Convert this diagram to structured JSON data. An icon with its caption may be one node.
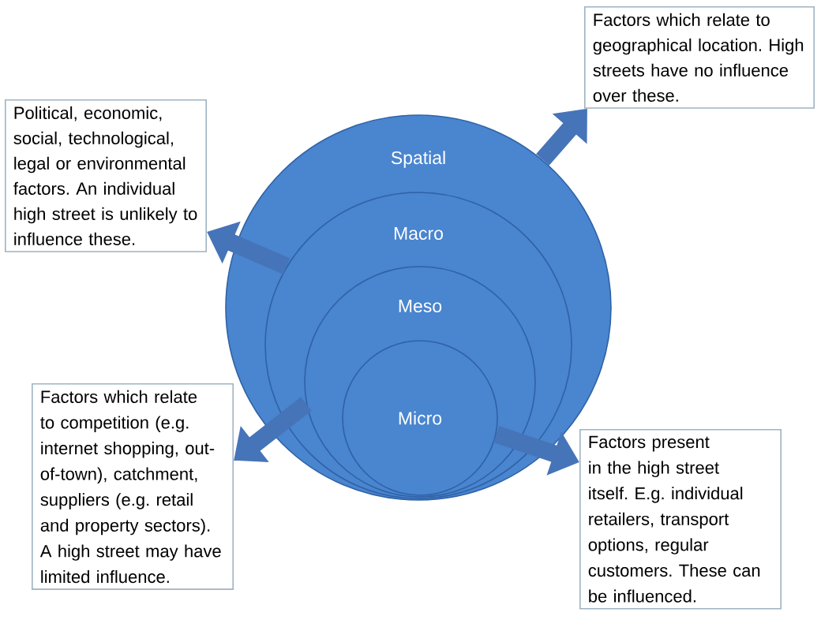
{
  "diagram": {
    "nodes": [
      {
        "text": [
          "Spatial"
        ]
      },
      {
        "text": [
          "Macro"
        ],
        "in": 0
      },
      {
        "text": [
          "Meso"
        ],
        "in": 1
      },
      {
        "text": [
          "Micro"
        ],
        "in": 2
      },
      {
        "text": [
          "Factors which relate to geographical location. High streets have no influence over these."
        ]
      },
      {
        "text": [
          "Political, economic, social, technological, legal or environmental factors. An individual high street is unlikely to influence these."
        ]
      },
      {
        "text": [
          "Factors which relate to competition (e.g. internet shopping, out-of-town), catchment, suppliers (e.g. retail and property sectors). A high street may have limited influence."
        ]
      },
      {
        "text": [
          "Factors present in the high street itself. E.g. individual retailers, transport options, regular customers. These can be influenced."
        ]
      }
    ],
    "edges": [
      {
        "from": 0,
        "to": 4,
        "arrow": "to"
      },
      {
        "from": 1,
        "to": 5,
        "arrow": "to"
      },
      {
        "from": 2,
        "to": 6,
        "arrow": "to"
      },
      {
        "from": 3,
        "to": 7,
        "arrow": "to"
      }
    ]
  }
}
